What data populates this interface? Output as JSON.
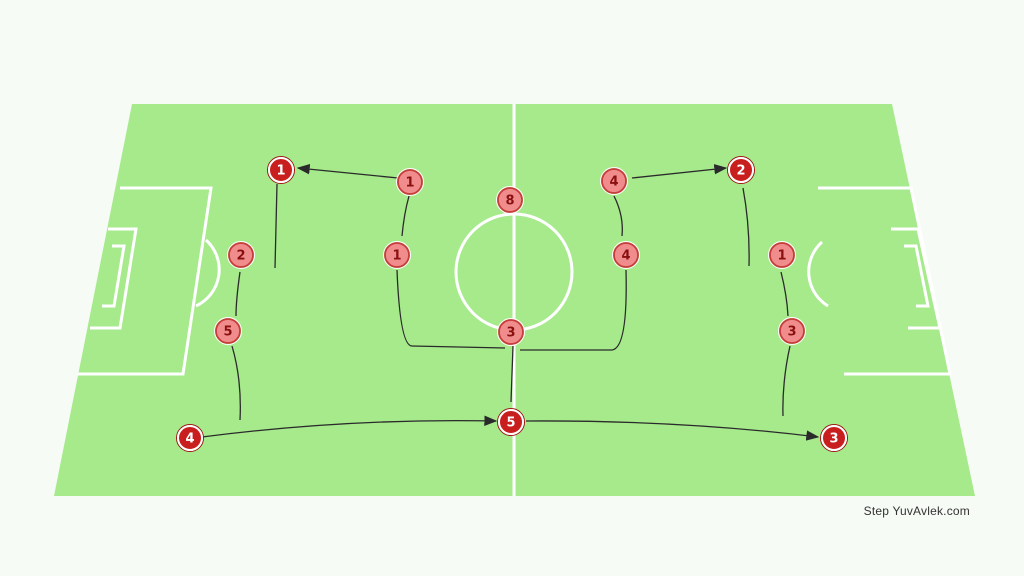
{
  "colors": {
    "background": "#f6fbf5",
    "pitch": "#a6ea8c",
    "lines": "#ffffff",
    "arrow": "#2a2a2a",
    "marker_dark_fill": "#c81e1e",
    "marker_light_fill": "#f08c8c"
  },
  "markers": [
    {
      "id": "m1",
      "label": "1",
      "style": "dark"
    },
    {
      "id": "m2",
      "label": "1",
      "style": "light"
    },
    {
      "id": "m3",
      "label": "8",
      "style": "light"
    },
    {
      "id": "m4",
      "label": "4",
      "style": "light"
    },
    {
      "id": "m5",
      "label": "2",
      "style": "dark"
    },
    {
      "id": "m6",
      "label": "2",
      "style": "light"
    },
    {
      "id": "m7",
      "label": "1",
      "style": "light"
    },
    {
      "id": "m8",
      "label": "4",
      "style": "light"
    },
    {
      "id": "m9",
      "label": "1",
      "style": "light"
    },
    {
      "id": "m10",
      "label": "5",
      "style": "light"
    },
    {
      "id": "m11",
      "label": "3",
      "style": "light"
    },
    {
      "id": "m12",
      "label": "3",
      "style": "light"
    },
    {
      "id": "m13",
      "label": "4",
      "style": "dark"
    },
    {
      "id": "m14",
      "label": "5",
      "style": "dark"
    },
    {
      "id": "m15",
      "label": "3",
      "style": "dark"
    }
  ],
  "watermark": "Step YuvAvlek.com"
}
